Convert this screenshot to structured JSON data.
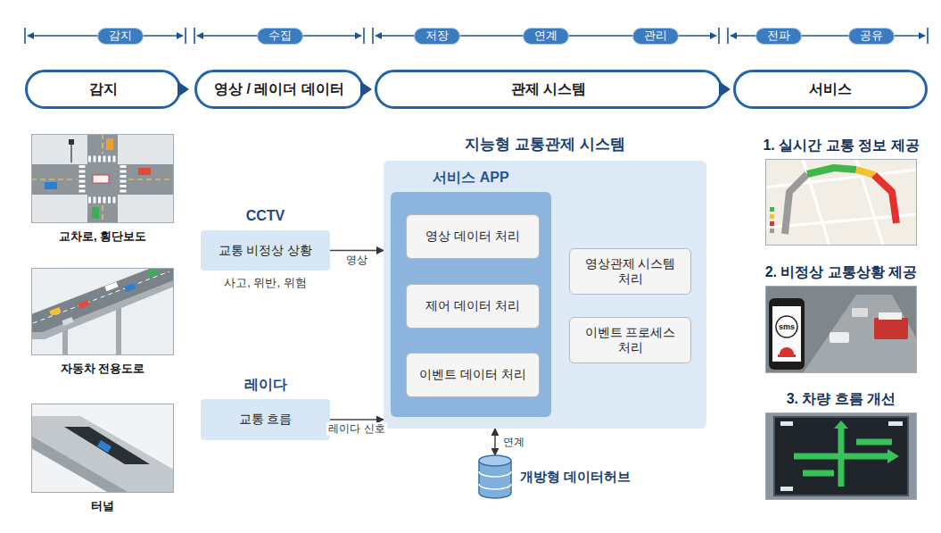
{
  "diagram": {
    "nodes": [
      {
        "text": [
          "감지"
        ]
      },
      {
        "text": [
          "수집"
        ]
      },
      {
        "text": [
          "저장"
        ]
      },
      {
        "text": [
          "연계"
        ]
      },
      {
        "text": [
          "관리"
        ]
      },
      {
        "text": [
          "전파"
        ]
      },
      {
        "text": [
          "공유"
        ]
      },
      {
        "text": [
          "감지"
        ]
      },
      {
        "text": [
          "영상 / 레이더 데이터"
        ]
      },
      {
        "text": [
          "관제 시스템"
        ]
      },
      {
        "text": [
          "서비스"
        ]
      },
      {
        "text": [
          "교차로, 횡단보도"
        ]
      },
      {
        "text": [
          "자동차 전용도로"
        ]
      },
      {
        "text": [
          "터널"
        ]
      },
      {
        "text": [
          "CCTV",
          "교통 비정상 상황",
          "사고, 위반, 위험"
        ]
      },
      {
        "text": [
          "레이다",
          "교통 흐름"
        ]
      },
      {
        "text": [
          "지능형 교통관제 시스템"
        ]
      },
      {
        "text": [
          "서비스 APP"
        ],
        "in": 16
      },
      {
        "text": [
          "영상 데이터 처리"
        ],
        "in": 17
      },
      {
        "text": [
          "제어 데이터 처리"
        ],
        "in": 17
      },
      {
        "text": [
          "이벤트 데이터 처리"
        ],
        "in": 17
      },
      {
        "text": [
          "영상관제 시스템 처리"
        ],
        "in": 16
      },
      {
        "text": [
          "이벤트 프로세스 처리"
        ],
        "in": 16
      },
      {
        "text": [
          "개방형 데이터허브"
        ]
      },
      {
        "text": [
          "1. 실시간 교통 정보 제공"
        ]
      },
      {
        "text": [
          "2. 비정상 교통상황 제공"
        ]
      },
      {
        "text": [
          "3. 차량 흐름 개선"
        ]
      }
    ],
    "edges": [
      {
        "from": 14,
        "to": 16,
        "label": "영상",
        "arrow": "to"
      },
      {
        "from": 15,
        "to": 16,
        "label": "레이다 신호",
        "arrow": "to"
      },
      {
        "from": 16,
        "to": 23,
        "label": "연계",
        "arrow": "both"
      }
    ],
    "labels": [
      "sms"
    ]
  }
}
